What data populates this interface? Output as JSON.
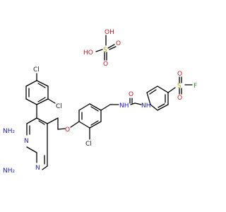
{
  "colors": {
    "background": "#ffffff",
    "bond": "#000000",
    "heteroatom": "#c8181e",
    "nitrogen": "#2020c8",
    "chlorine": "#1a1a1a"
  },
  "labels": {
    "sulfate": {
      "ho_top": "OH",
      "o_top": "O",
      "s": "S",
      "ho_left": "HO",
      "o_bottom": "O"
    },
    "dichlorophenyl": {
      "cl_top": "Cl",
      "cl_right": "Cl"
    },
    "pyrimidine": {
      "n_left": "N",
      "n_bottom": "N",
      "nh2_top": "NH₂",
      "nh2_bottom": "NH₂"
    },
    "linker": {
      "ether_o": "O",
      "cl_ring": "Cl"
    },
    "urea": {
      "o": "O",
      "nh_left": "NH",
      "nh_right": "NH"
    },
    "sulfonyl": {
      "o_top": "O",
      "s": "S",
      "f": "F",
      "o_bottom": "O"
    }
  }
}
